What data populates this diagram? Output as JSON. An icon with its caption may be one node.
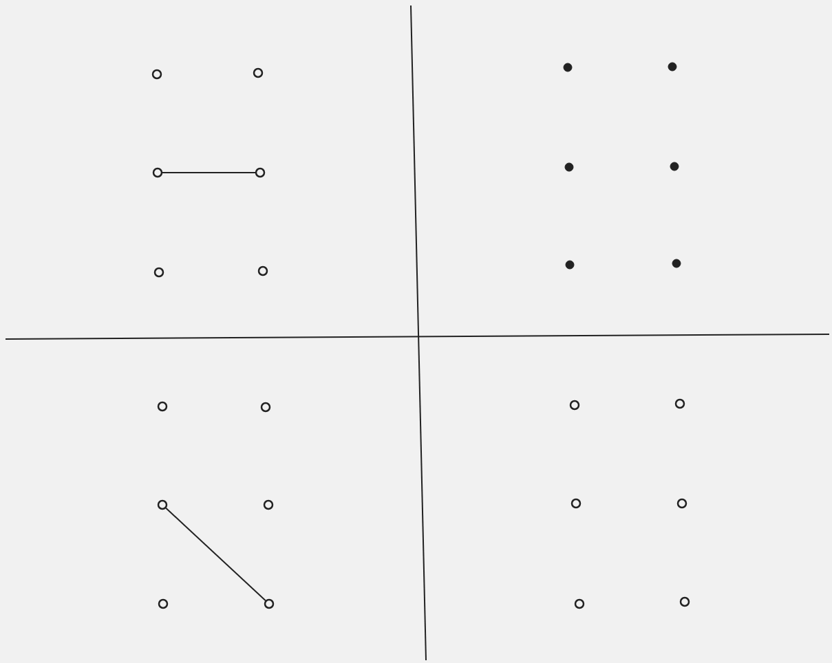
{
  "diagram": {
    "nodes": [
      {
        "text": [],
        "shape": "circle"
      },
      {
        "text": [],
        "shape": "circle"
      },
      {
        "text": [],
        "shape": "circle"
      },
      {
        "text": [],
        "shape": "circle"
      },
      {
        "text": [],
        "shape": "circle"
      },
      {
        "text": [],
        "shape": "circle"
      },
      {
        "text": [],
        "shape": "circle"
      },
      {
        "text": [],
        "shape": "circle"
      },
      {
        "text": [],
        "shape": "circle"
      },
      {
        "text": [],
        "shape": "circle"
      },
      {
        "text": [],
        "shape": "circle"
      },
      {
        "text": [],
        "shape": "circle"
      },
      {
        "text": [],
        "shape": "circle"
      },
      {
        "text": [],
        "shape": "circle"
      },
      {
        "text": [],
        "shape": "circle"
      },
      {
        "text": [],
        "shape": "circle"
      },
      {
        "text": [],
        "shape": "circle"
      },
      {
        "text": [],
        "shape": "circle"
      },
      {
        "text": [],
        "shape": "circle"
      },
      {
        "text": [],
        "shape": "circle"
      },
      {
        "text": [],
        "shape": "circle"
      },
      {
        "text": [],
        "shape": "circle"
      },
      {
        "text": [],
        "shape": "circle"
      },
      {
        "text": [],
        "shape": "circle"
      }
    ],
    "edges": [
      {
        "from": 2,
        "to": 3,
        "arrow": "none"
      },
      {
        "from": 14,
        "to": 17,
        "arrow": "none"
      }
    ]
  }
}
